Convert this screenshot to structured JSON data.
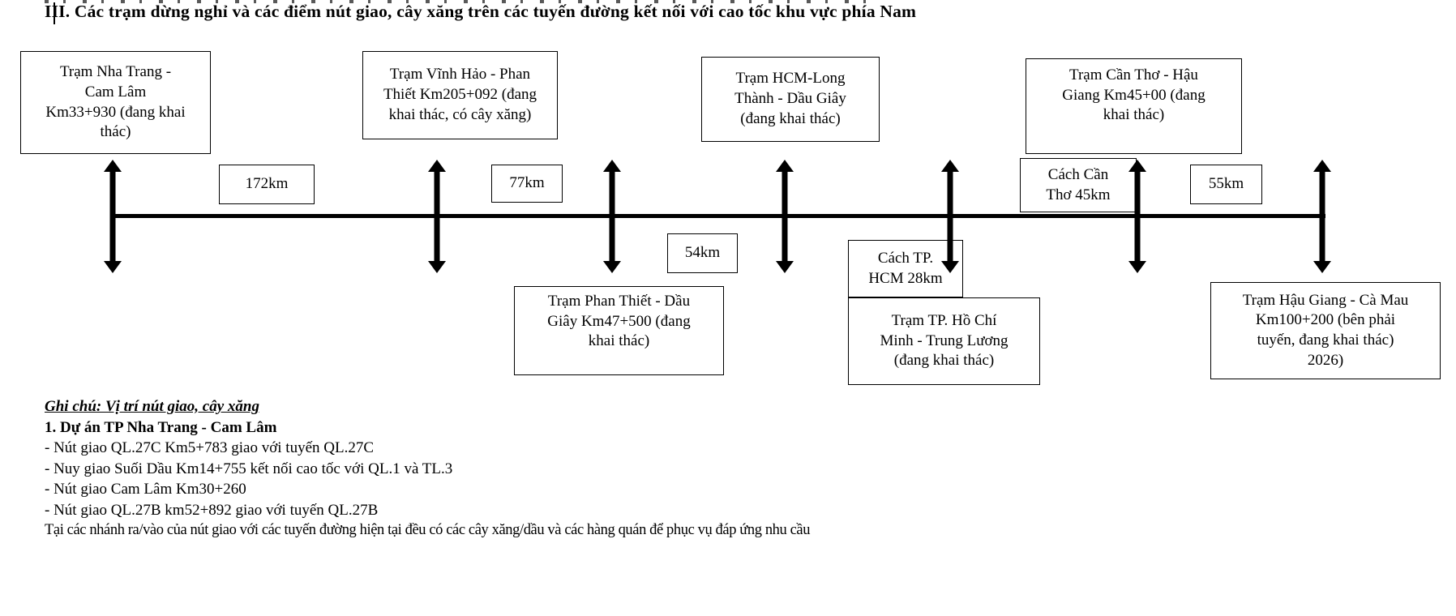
{
  "document": {
    "title": "III. Các trạm dừng nghỉ và các điểm nút giao, cây xăng trên các tuyến đường kết nối với cao tốc khu vực phía Nam"
  },
  "diagram": {
    "station_boxes": {
      "nha_trang_cam_lam": "Trạm Nha Trang -\nCam Lâm\nKm33+930 (đang khai\nthác)",
      "vinh_hao_phan_thiet": "Trạm Vĩnh Hảo - Phan\nThiết Km205+092 (đang\nkhai thác, có cây xăng)",
      "hcm_long_thanh": "Trạm HCM-Long\nThành - Dầu Giây\n(đang khai thác)",
      "can_tho_hau_giang": "Trạm Cần Thơ - Hậu\nGiang Km45+00 (đang\nkhai thác)",
      "phan_thiet_dau_giay": "Trạm Phan Thiết - Dầu\nGiây Km47+500 (đang\nkhai thác)",
      "tp_hcm_trung_luong": "Trạm TP. Hồ Chí\nMinh - Trung Lương\n(đang khai thác)",
      "hau_giang_ca_mau": "Trạm Hậu Giang - Cà Mau\nKm100+200 (bên phải\ntuyến, đang khai thác)\n2026)"
    },
    "distance_labels": {
      "d172": "172km",
      "d77": "77km",
      "d54": "54km",
      "d55": "55km",
      "cach_tp_hcm": "Cách TP.\nHCM 28km",
      "cach_can_tho": "Cách Cần\nThơ  45km"
    }
  },
  "notes": {
    "heading": "Ghi chú: Vị trí nút giao, cây xăng",
    "project_title": "1. Dự án TP Nha Trang - Cam Lâm",
    "items": [
      "- Nút giao QL.27C Km5+783 giao với tuyến QL.27C",
      "- Nuy giao Suối Dầu Km14+755 kết nối cao tốc với QL.1 và TL.3",
      "- Nút giao Cam Lâm Km30+260",
      "- Nút giao QL.27B km52+892 giao với tuyến QL.27B"
    ],
    "footer": "Tại các nhánh ra/vào của nút giao với các tuyến đường hiện tại đều có các cây xăng/dầu và các hàng quán để phục vụ đáp ứng nhu cầu"
  },
  "colors": {
    "ink": "#000000",
    "background": "#ffffff"
  }
}
